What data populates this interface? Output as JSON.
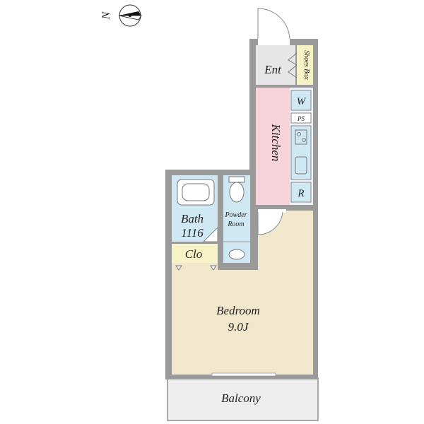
{
  "compass": {
    "label": "N",
    "icon": "north-arrow-icon"
  },
  "rooms": {
    "entrance": "Ent",
    "shoes_box": "Shoes Box",
    "washer": "W",
    "pipe_space": "PS",
    "kitchen": "Kitchen",
    "refrigerator": "R",
    "bath": {
      "name": "Bath",
      "size": "1116"
    },
    "powder_room": {
      "line1": "Powder",
      "line2": "Room"
    },
    "closet": "Clo",
    "bedroom": {
      "name": "Bedroom",
      "size": "9.0J"
    },
    "balcony": "Balcony"
  },
  "colors": {
    "wall": "#9a9a9a",
    "entrance_floor": "#e6e6e6",
    "kitchen_floor": "#f6d3da",
    "wet_area": "#cfe8f3",
    "closet_floor": "#f8f3c7",
    "bedroom_floor": "#f1e7cc",
    "balcony_floor": "#eeeeee"
  }
}
